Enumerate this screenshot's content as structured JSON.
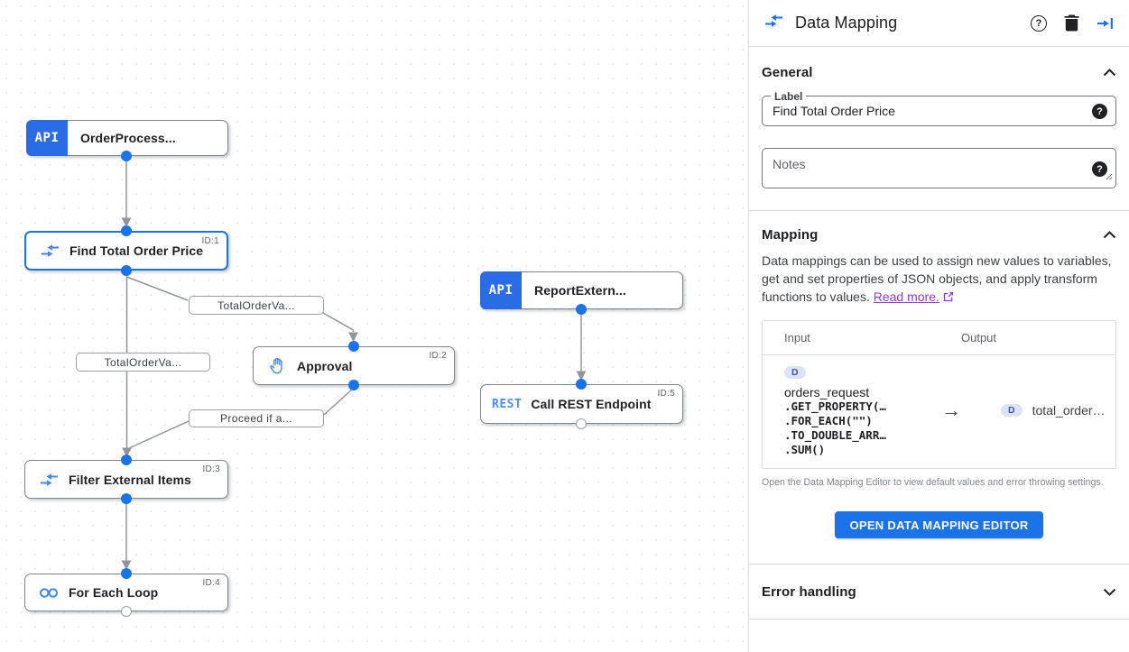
{
  "panel": {
    "title": "Data Mapping",
    "general": {
      "title": "General",
      "label_field": {
        "label": "Label",
        "value": "Find Total Order Price",
        "help": "?"
      },
      "notes_field": {
        "placeholder": "Notes",
        "help": "?"
      }
    },
    "mapping": {
      "title": "Mapping",
      "description": "Data mappings can be used to assign new values to variables, get and set properties of JSON objects, and apply transform functions to values. ",
      "read_more": "Read more.",
      "table": {
        "input_header": "Input",
        "output_header": "Output",
        "arrow": "→",
        "input": {
          "badge": "D",
          "variable": "orders_request",
          "functions": [
            ".GET_PROPERTY(…",
            ".FOR_EACH(\"\")",
            ".TO_DOUBLE_ARR…",
            ".SUM()"
          ]
        },
        "output": {
          "badge": "D",
          "variable": "total_order…"
        }
      },
      "caption": "Open the Data Mapping Editor to view default values and error throwing settings.",
      "button": "OPEN DATA MAPPING EDITOR"
    },
    "error_handling": {
      "title": "Error handling"
    },
    "header_help": "?"
  },
  "canvas": {
    "nodes": [
      {
        "label": "OrderProcess...",
        "badge": "API"
      },
      {
        "label": "Find Total Order Price",
        "id": "ID:1"
      },
      {
        "label": "ReportExtern...",
        "badge": "API"
      },
      {
        "label": "Approval",
        "id": "ID:2"
      },
      {
        "label": "Call REST Endpoint",
        "id": "ID:5",
        "badge": "REST"
      },
      {
        "label": "Filter External Items",
        "id": "ID:3"
      },
      {
        "label": "For Each Loop",
        "id": "ID:4"
      }
    ],
    "edge_labels": [
      {
        "text": "TotalOrderVa..."
      },
      {
        "text": "TotalOrderVa..."
      },
      {
        "text": "Proceed if a..."
      }
    ]
  },
  "colors": {
    "accent_blue": "#1a73e8",
    "trigger_blue": "#2b6be4",
    "icon_blue": "#4285f4",
    "link_purple": "#9334e6",
    "edge_gray": "#8f959b"
  }
}
